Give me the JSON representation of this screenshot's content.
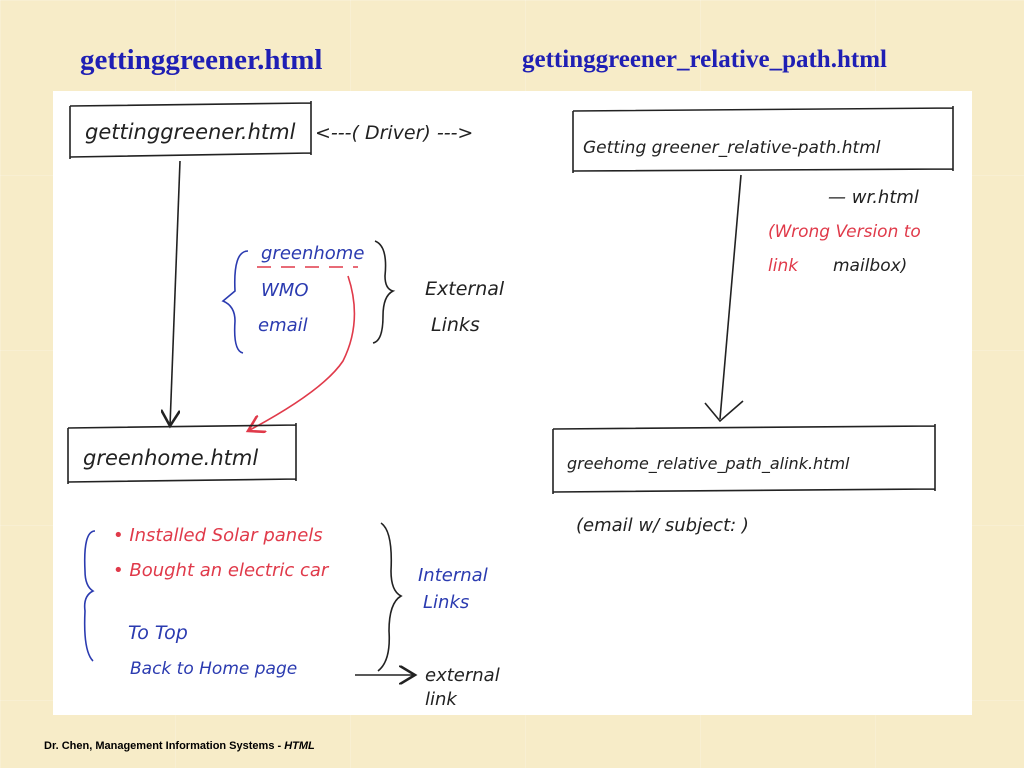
{
  "titles": {
    "left": "gettinggreener.html",
    "right": "gettinggreener_relative_path.html"
  },
  "diagram": {
    "box_top_left": "gettinggreener.html",
    "driver": "<---( Driver) --->",
    "box_top_right": "Getting greener_relative-path.html",
    "wr_file": "— wr.html",
    "wrong_version_1": "(Wrong Version to",
    "wrong_version_2_red": "link",
    "wrong_version_2_black": "mailbox)",
    "ext_link_1": "greenhome",
    "ext_link_2": "WMO",
    "ext_link_3": "email",
    "external_links_1": "External",
    "external_links_2": "Links",
    "box_bottom_left": "greenhome.html",
    "box_bottom_right": "greehome_relative_path_alink.html",
    "email_subject": "(email w/ subject:      )",
    "internal_1": "• Installed Solar panels",
    "internal_2": "• Bought an electric car",
    "to_top": "To Top",
    "back_home": "Back to Home page",
    "internal_links_1": "Internal",
    "internal_links_2": "Links",
    "external_link_1": "external",
    "external_link_2": "link"
  },
  "footer": {
    "text": "Dr. Chen, Management Information Systems -",
    "em": "HTML"
  },
  "colors": {
    "title": "#1f1fb4",
    "ink_black": "#222222",
    "ink_blue": "#2b3bb0",
    "ink_red": "#e03a4a"
  }
}
